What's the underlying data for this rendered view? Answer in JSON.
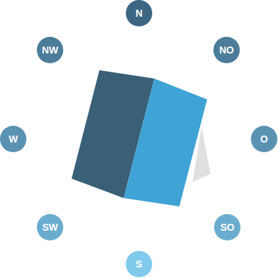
{
  "diagram": {
    "nodes": [
      {
        "text": [
          "N"
        ]
      },
      {
        "text": [
          "NW"
        ]
      },
      {
        "text": [
          "NO"
        ]
      },
      {
        "text": [
          "W"
        ]
      },
      {
        "text": [
          "O"
        ]
      },
      {
        "text": [
          "SW"
        ]
      },
      {
        "text": [
          "SO"
        ]
      },
      {
        "text": [
          "S"
        ]
      }
    ]
  }
}
